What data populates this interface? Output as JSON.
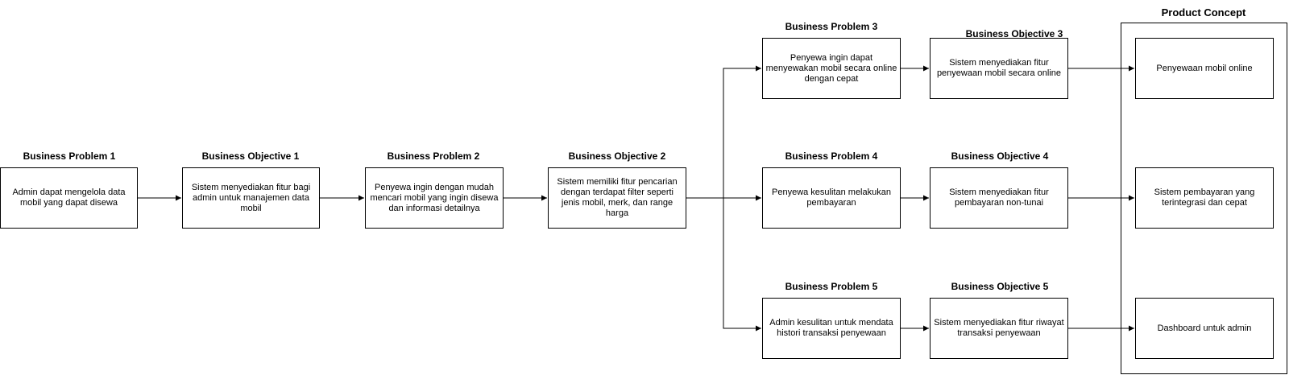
{
  "nodes": {
    "bp1": {
      "label": "Business Problem 1",
      "text": "Admin dapat mengelola data mobil yang dapat disewa"
    },
    "bo1": {
      "label": "Business Objective 1",
      "text": "Sistem menyediakan fitur bagi admin untuk manajemen data mobil"
    },
    "bp2": {
      "label": "Business Problem 2",
      "text": "Penyewa ingin dengan mudah mencari mobil yang ingin disewa dan informasi detailnya"
    },
    "bo2": {
      "label": "Business Objective 2",
      "text": "Sistem memiliki fitur pencarian dengan terdapat filter seperti jenis mobil, merk, dan range harga"
    },
    "bp3": {
      "label": "Business Problem 3",
      "text": "Penyewa ingin dapat menyewakan mobil secara online dengan cepat"
    },
    "bo3": {
      "label": "Business Objective 3",
      "text": "Sistem menyediakan fitur penyewaan mobil secara online"
    },
    "bp4": {
      "label": "Business Problem 4",
      "text": "Penyewa kesulitan melakukan pembayaran"
    },
    "bo4": {
      "label": "Business Objective 4",
      "text": "Sistem menyediakan fitur pembayaran non-tunai"
    },
    "bp5": {
      "label": "Business Problem 5",
      "text": "Admin kesulitan untuk mendata histori transaksi penyewaan"
    },
    "bo5": {
      "label": "Business Objective 5",
      "text": "Sistem menyediakan fitur riwayat transaksi penyewaan"
    }
  },
  "product_concept": {
    "title": "Product Concept",
    "items": [
      "Penyewaan mobil online",
      "Sistem pembayaran yang terintegrasi dan cepat",
      "Dashboard untuk admin"
    ]
  },
  "colors": {
    "line": "#000000",
    "box_border": "#000000",
    "background": "#ffffff"
  }
}
